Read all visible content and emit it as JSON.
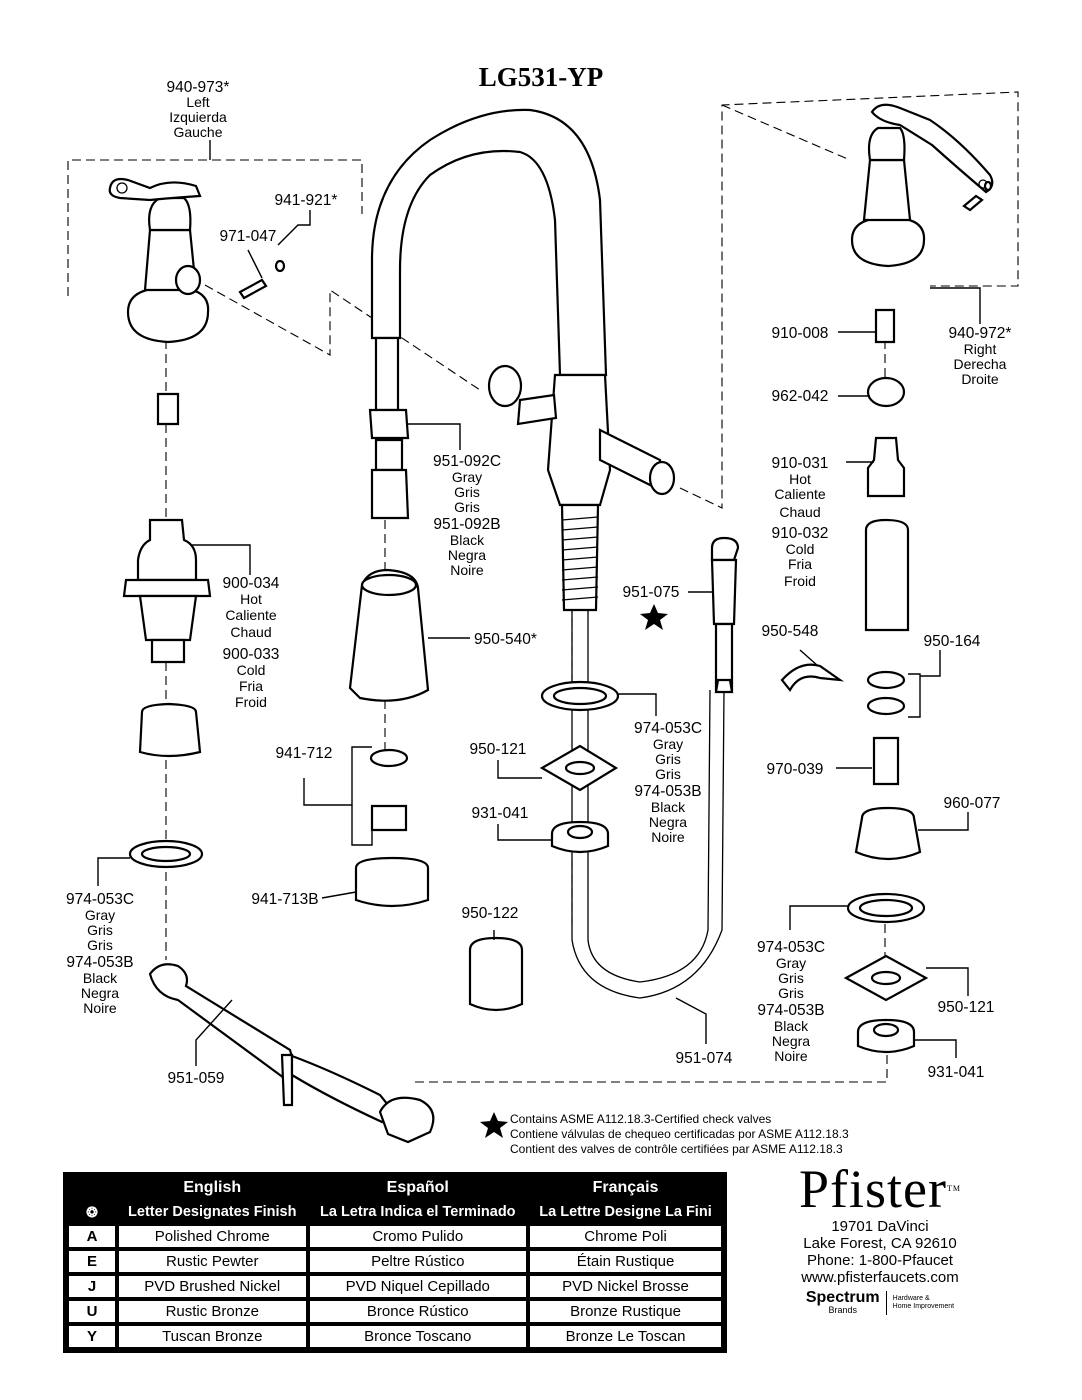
{
  "title": "LG531-YP",
  "parts": {
    "p940_973": {
      "num": "940-973*",
      "desc": [
        "Left",
        "Izquierda",
        "Gauche"
      ]
    },
    "p941_921": {
      "num": "941-921*"
    },
    "p971_047": {
      "num": "971-047"
    },
    "p940_972": {
      "num": "940-972*",
      "desc": [
        "Right",
        "Derecha",
        "Droite"
      ]
    },
    "p910_008": {
      "num": "910-008"
    },
    "p962_042": {
      "num": "962-042"
    },
    "p910_031": {
      "num": "910-031",
      "desc": [
        "Hot",
        "Caliente",
        "Chaud"
      ]
    },
    "p910_032": {
      "num": "910-032",
      "desc": [
        "Cold",
        "Fria",
        "Froid"
      ]
    },
    "p951_092c": {
      "num": "951-092C",
      "desc": [
        "Gray",
        "Gris",
        "Gris"
      ]
    },
    "p951_092b": {
      "num": "951-092B",
      "desc": [
        "Black",
        "Negra",
        "Noire"
      ]
    },
    "p900_034": {
      "num": "900-034",
      "desc": [
        "Hot",
        "Caliente",
        "Chaud"
      ]
    },
    "p900_033": {
      "num": "900-033",
      "desc": [
        "Cold",
        "Fria",
        "Froid"
      ]
    },
    "p950_540": {
      "num": "950-540*"
    },
    "p951_075": {
      "num": "951-075"
    },
    "p950_548": {
      "num": "950-548"
    },
    "p950_164": {
      "num": "950-164"
    },
    "p974_053c_mid": {
      "num": "974-053C",
      "desc": [
        "Gray",
        "Gris",
        "Gris"
      ]
    },
    "p974_053b_mid": {
      "num": "974-053B",
      "desc": [
        "Black",
        "Negra",
        "Noire"
      ]
    },
    "p950_121_mid": {
      "num": "950-121"
    },
    "p931_041_mid": {
      "num": "931-041"
    },
    "p941_712": {
      "num": "941-712"
    },
    "p941_713b": {
      "num": "941-713B"
    },
    "p970_039": {
      "num": "970-039"
    },
    "p960_077": {
      "num": "960-077"
    },
    "p974_053c_left": {
      "num": "974-053C",
      "desc": [
        "Gray",
        "Gris",
        "Gris"
      ]
    },
    "p974_053b_left": {
      "num": "974-053B",
      "desc": [
        "Black",
        "Negra",
        "Noire"
      ]
    },
    "p950_122": {
      "num": "950-122"
    },
    "p974_053c_right": {
      "num": "974-053C",
      "desc": [
        "Gray",
        "Gris",
        "Gris"
      ]
    },
    "p974_053b_right": {
      "num": "974-053B",
      "desc": [
        "Black",
        "Negra",
        "Noire"
      ]
    },
    "p950_121_right": {
      "num": "950-121"
    },
    "p951_059": {
      "num": "951-059"
    },
    "p951_074": {
      "num": "951-074"
    },
    "p931_041_right": {
      "num": "931-041"
    }
  },
  "note": [
    "Contains ASME A112.18.3-Certified check valves",
    "Contiene válvulas de chequeo certificadas por ASME A112.18.3",
    "Contient des valves de contrôle certifiées par ASME A112.18.3"
  ],
  "finish_table": {
    "headers": [
      "English",
      "Español",
      "Français"
    ],
    "symbol": "❂",
    "subheaders": [
      "Letter Designates Finish",
      "La Letra Indica el Terminado",
      "La Lettre Designe La Fini"
    ],
    "rows": [
      {
        "code": "A",
        "en": "Polished Chrome",
        "es": "Cromo Pulido",
        "fr": "Chrome Poli"
      },
      {
        "code": "E",
        "en": "Rustic Pewter",
        "es": "Peltre Rústico",
        "fr": "Étain Rustique"
      },
      {
        "code": "J",
        "en": "PVD Brushed Nickel",
        "es": "PVD Niquel Cepillado",
        "fr": "PVD Nickel Brosse"
      },
      {
        "code": "U",
        "en": "Rustic Bronze",
        "es": "Bronce Rústico",
        "fr": "Bronze Rustique"
      },
      {
        "code": "Y",
        "en": "Tuscan Bronze",
        "es": "Bronce Toscano",
        "fr": "Bronze Le Toscan"
      }
    ]
  },
  "brand": {
    "logo": "Pfister",
    "tm": "TM",
    "address": [
      "19701 DaVinci",
      "Lake Forest, CA 92610",
      "Phone: 1-800-Pfaucet",
      "www.pfisterfaucets.com"
    ],
    "parent": "Spectrum",
    "parent_sub": "Brands",
    "parent_tag": [
      "Hardware &",
      "Home Improvement"
    ]
  }
}
